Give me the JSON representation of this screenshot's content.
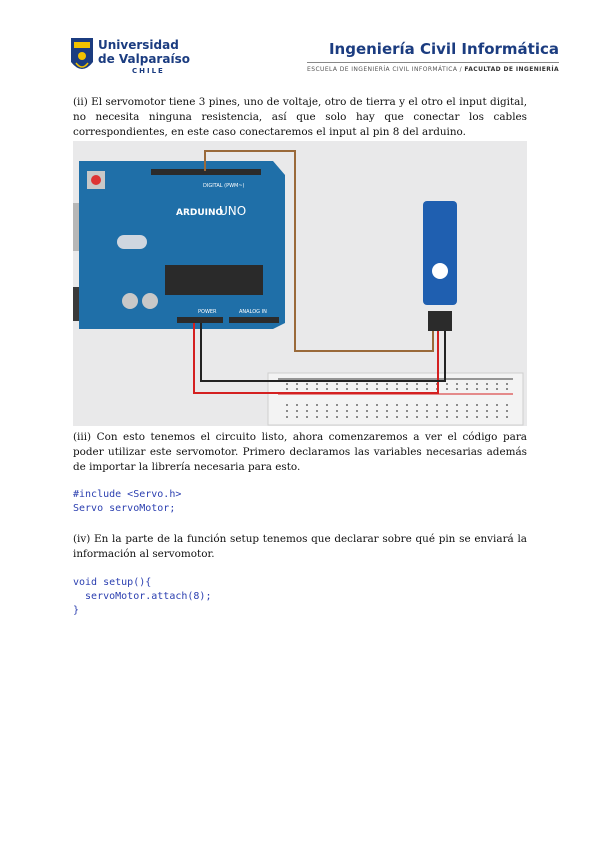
{
  "header": {
    "university_line1": "Universidad",
    "university_line2": "de Valparaíso",
    "university_country": "CHILE",
    "school_title": "Ingeniería Civil Informática",
    "school_sub1": "ESCUELA DE INGENIERÍA CIVIL INFORMÁTICA /",
    "school_sub2": "FACULTAD DE INGENIERÍA"
  },
  "paragraphs": {
    "p2": "(ii) El servomotor tiene 3 pines, uno de voltaje, otro de tierra y el otro el input digital, no necesita ninguna resistencia, así que solo hay que conectar los cables correspondientes, en este caso conectaremos el input al pin 8 del arduino.",
    "p3": "(iii) Con esto tenemos el circuito listo, ahora comenzaremos a ver el código para poder utilizar este servomotor. Primero declaramos las variables necesarias además de importar la librería necesaria para esto.",
    "p4": "(iv) En la parte de la función setup tenemos que declarar sobre qué pin se enviará la información al servomotor."
  },
  "code": {
    "block1_line1": "#include <Servo.h>",
    "block1_line2": "Servo servoMotor;",
    "block2_line1": "void setup(){",
    "block2_line2": "  servoMotor.attach(8);",
    "block2_line3": "}"
  },
  "figure": {
    "board_label": "UNO",
    "board_brand": "ARDUINO",
    "digital_label": "DIGITAL (PWM~)",
    "power_label": "POWER",
    "analog_label": "ANALOG IN",
    "colors": {
      "board": "#1f6fa8",
      "wire_signal": "#9a6a3a",
      "wire_power": "#d42020",
      "wire_ground": "#222222",
      "servo": "#1f5fb0"
    }
  }
}
